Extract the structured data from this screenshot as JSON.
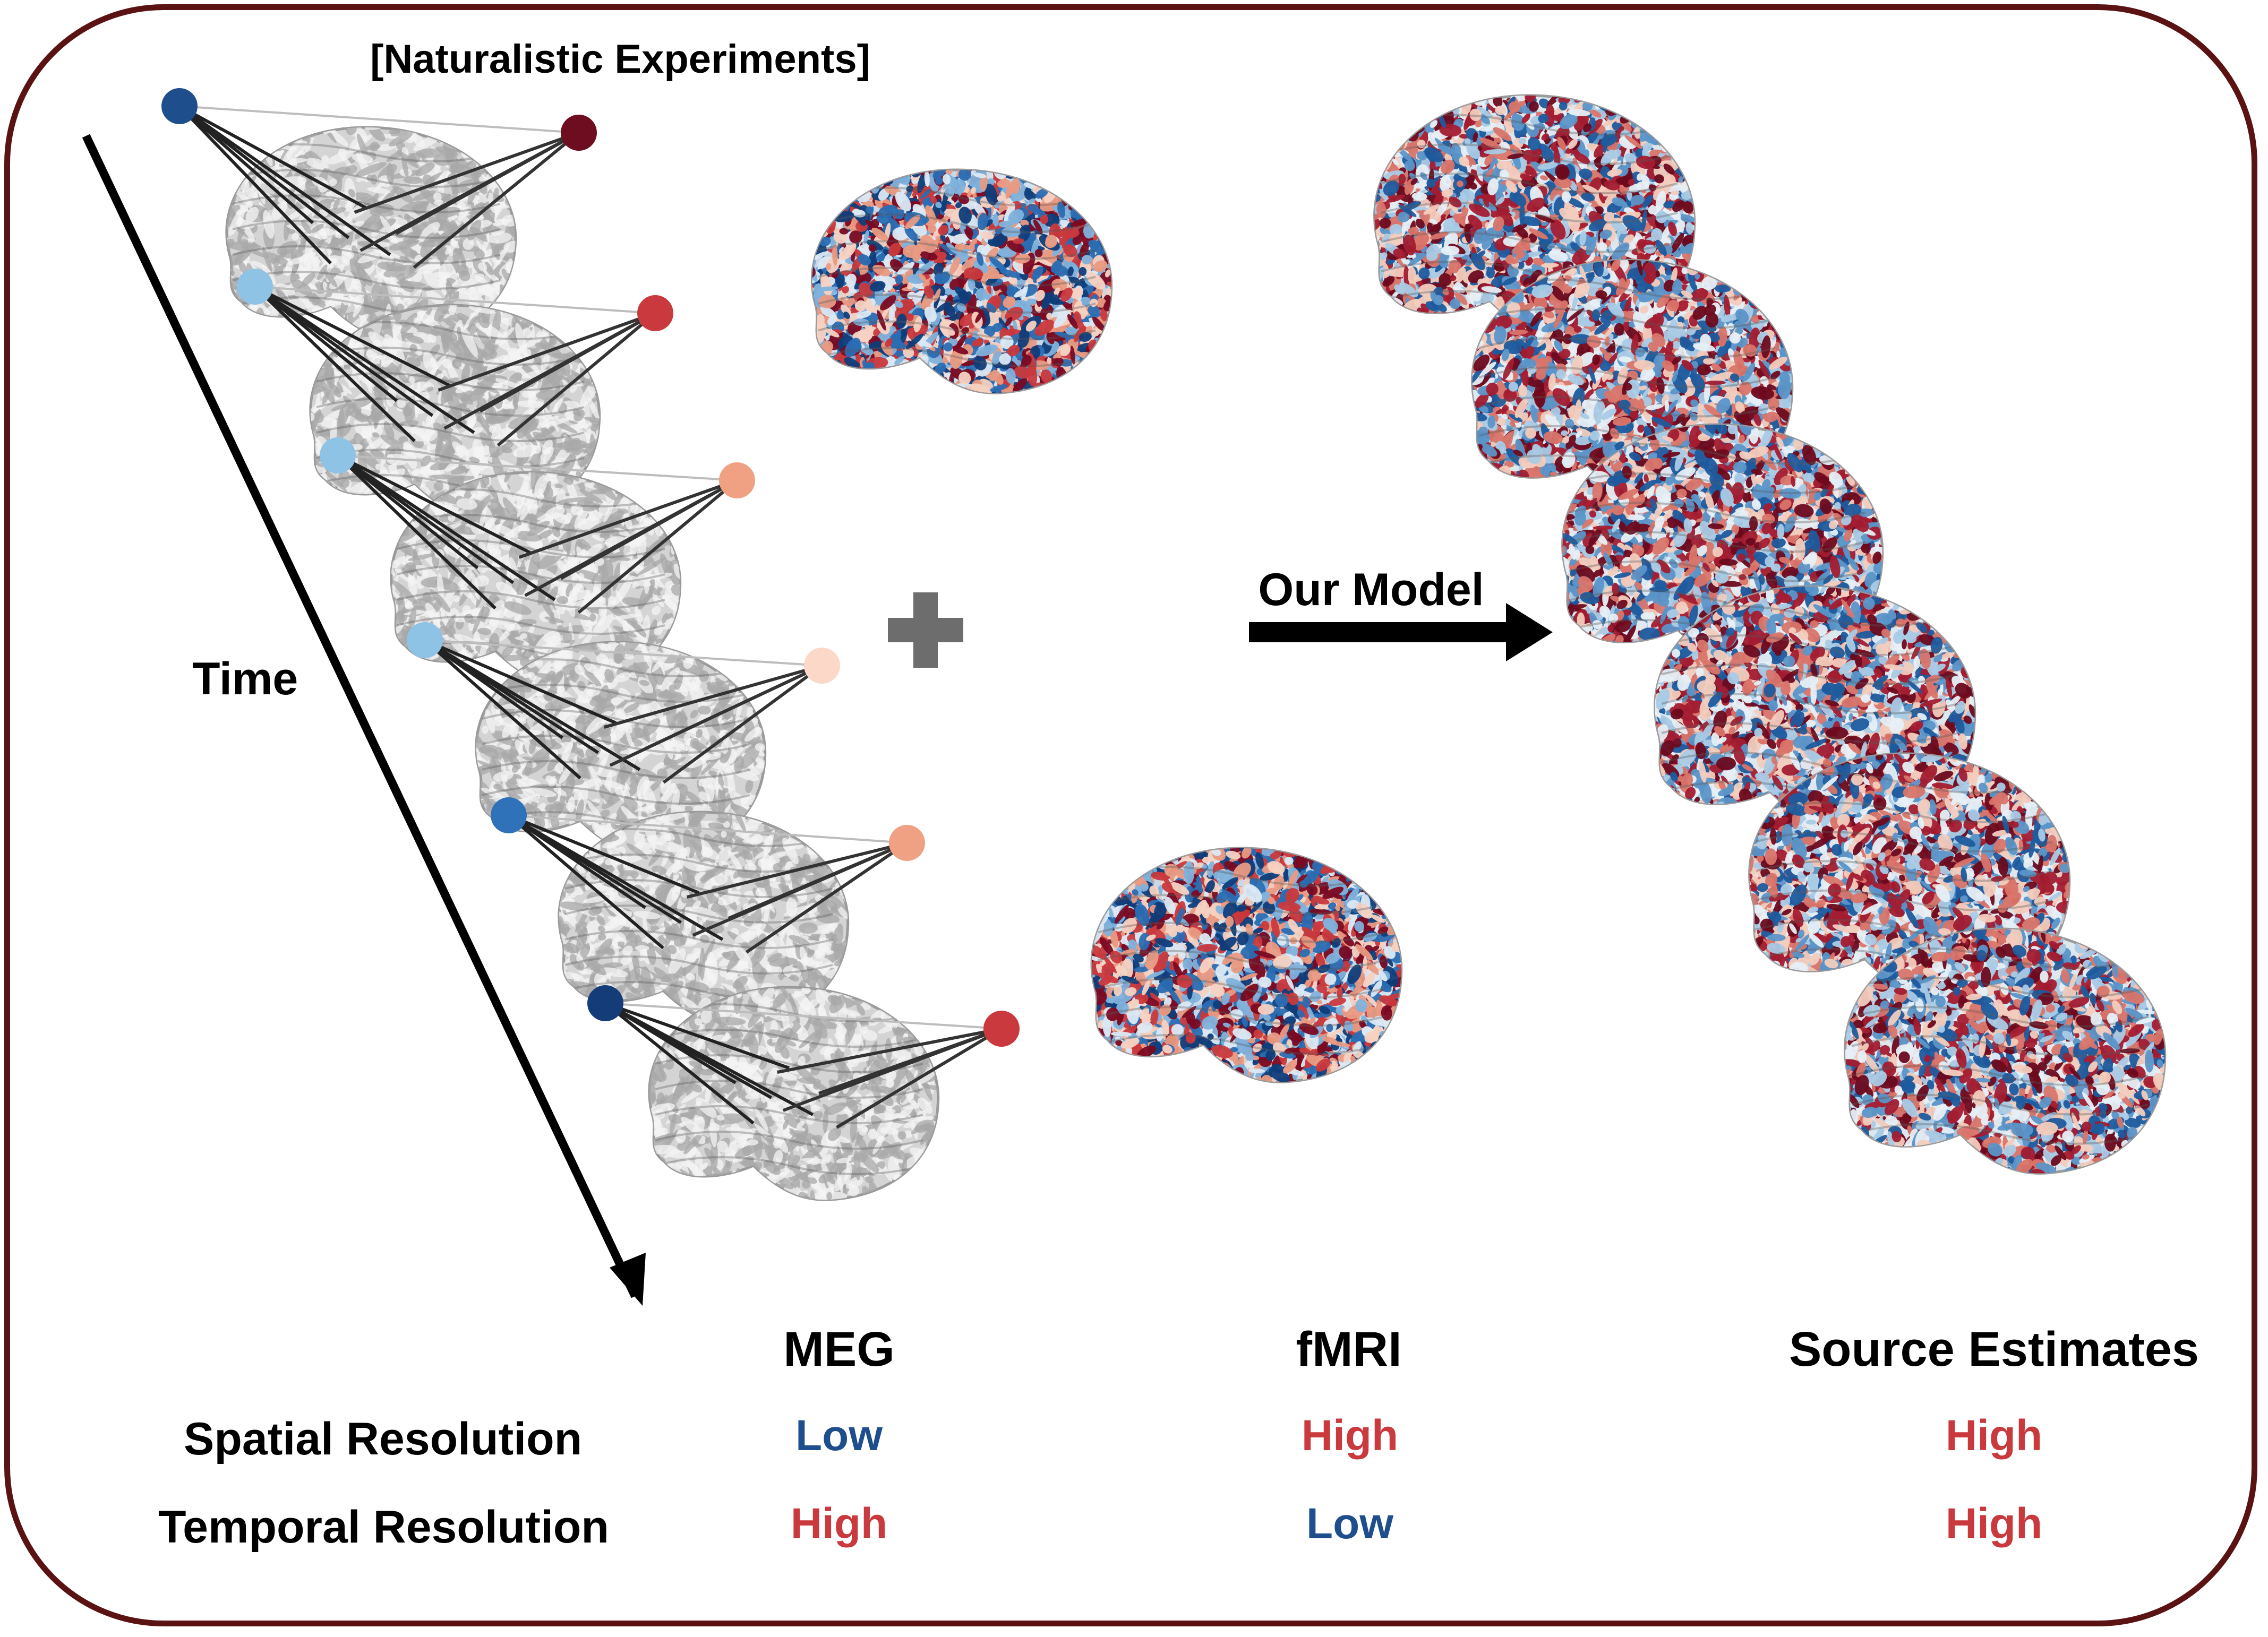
{
  "title": "[Naturalistic Experiments]",
  "time_label": "Time",
  "model_label": "Our Model",
  "columns": [
    {
      "name": "MEG",
      "spatial": "Low",
      "temporal": "High"
    },
    {
      "name": "fMRI",
      "spatial": "High",
      "temporal": "Low"
    },
    {
      "name": "Source Estimates",
      "spatial": "High",
      "temporal": "High"
    }
  ],
  "rows": {
    "spatial": "Spatial Resolution",
    "temporal": "Temporal Resolution"
  },
  "colors": {
    "frame": "#5a1212",
    "low": "#1f4e8c",
    "high": "#c9393d",
    "plus": "#6d6d6d",
    "brain_gray": "#d4d4d4",
    "brain_outline": "#9a9a9a"
  },
  "meg_sensor_pairs": [
    {
      "left": "#1f4e8c",
      "right": "#6e0d1f"
    },
    {
      "left": "#8ec3e6",
      "right": "#c9393d"
    },
    {
      "left": "#8ec3e6",
      "right": "#f0a184"
    },
    {
      "left": "#8ec3e6",
      "right": "#fbd8c8"
    },
    {
      "left": "#2f72ba",
      "right": "#f0a184"
    },
    {
      "left": "#143c78",
      "right": "#c9393d"
    }
  ],
  "activation_palette": [
    "#0f3d7a",
    "#2a6db3",
    "#7fb2dc",
    "#dbe9f4",
    "#f6d2c2",
    "#e99a82",
    "#c9393d",
    "#7a0a22"
  ],
  "source_palette": [
    "#1d5b9e",
    "#5b95c8",
    "#a9cbe6",
    "#e6eff6",
    "#f2ccbd",
    "#d9756a",
    "#a31c30",
    "#6d0a1e"
  ]
}
